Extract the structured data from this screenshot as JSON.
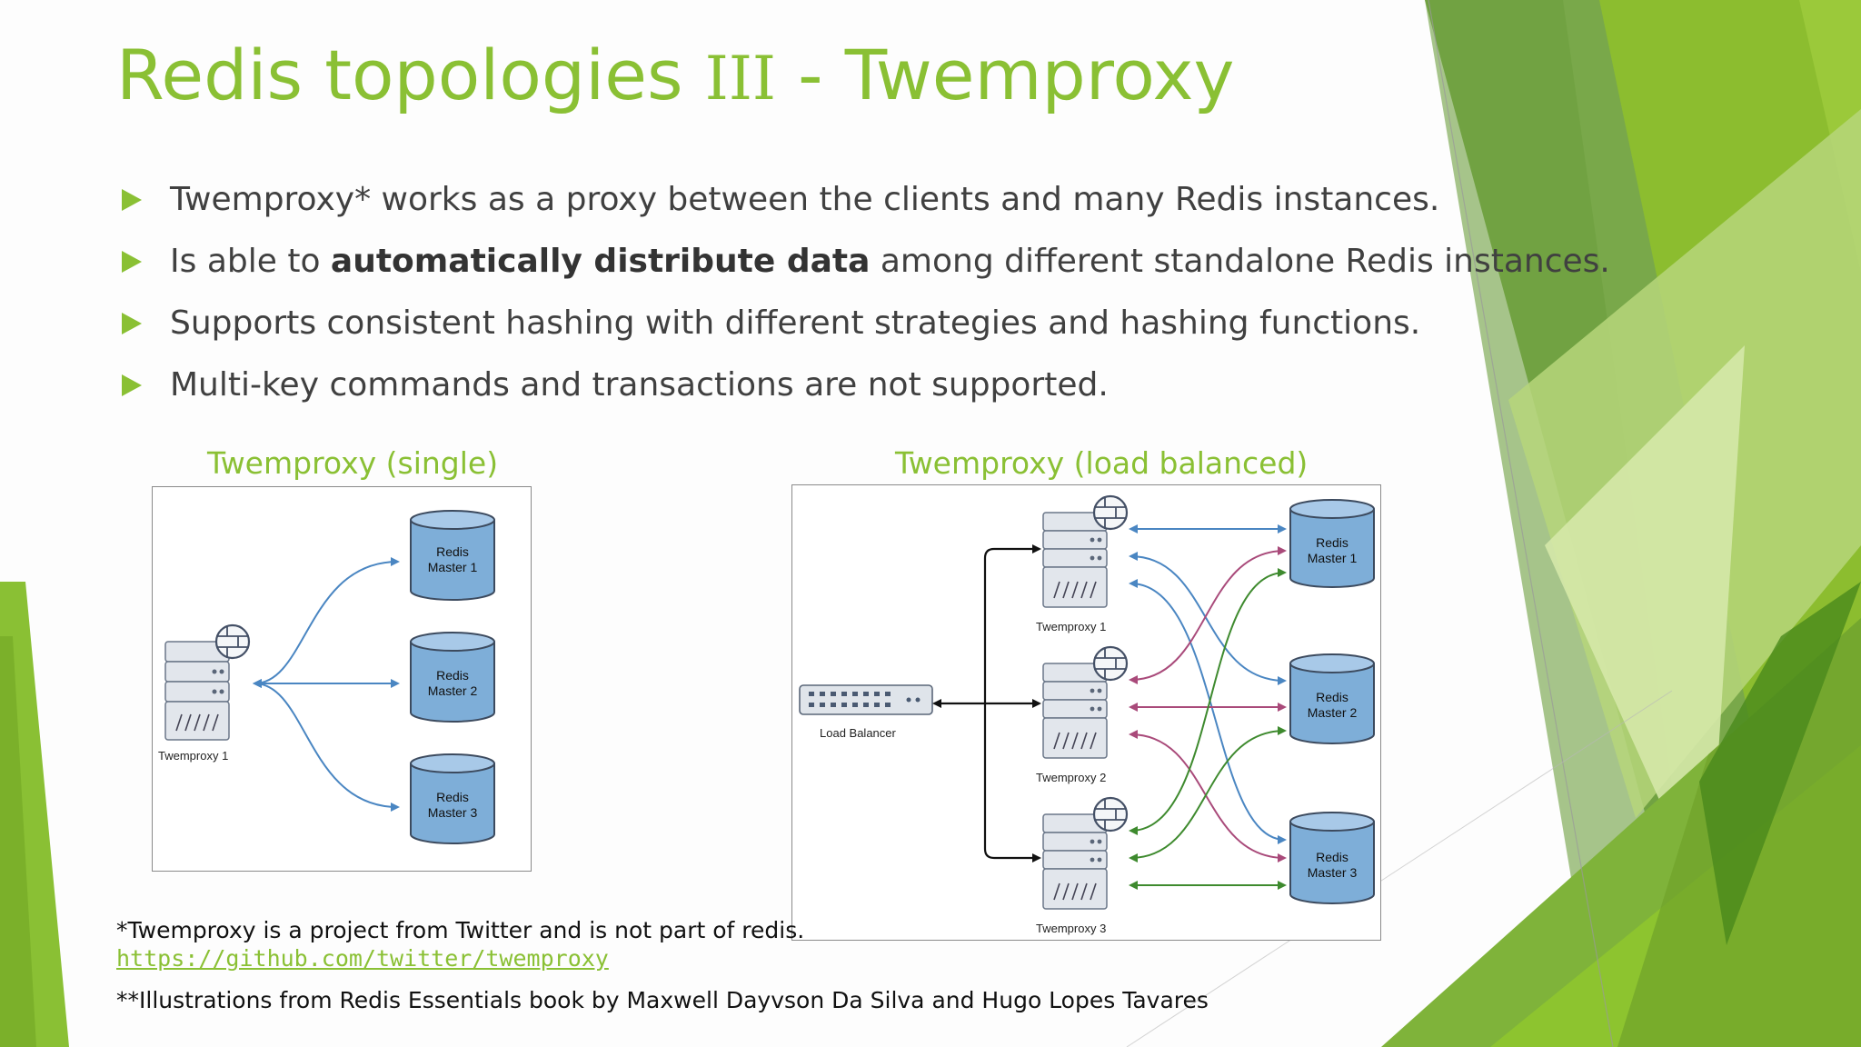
{
  "slide": {
    "title_main": "Redis topologies ",
    "title_roman": "III",
    "title_tail": " - Twemproxy",
    "bullets": [
      {
        "pre": "Twemproxy* works as a proxy between the clients and many Redis instances.",
        "bold": "",
        "post": ""
      },
      {
        "pre": "Is able to ",
        "bold": "automatically distribute data",
        "post": " among different standalone Redis instances."
      },
      {
        "pre": "Supports consistent hashing with different strategies and hashing functions.",
        "bold": "",
        "post": ""
      },
      {
        "pre": "Multi-key commands and transactions are not supported.",
        "bold": "",
        "post": ""
      }
    ],
    "figure_single": {
      "caption": "Twemproxy (single)",
      "proxy_label": "Twemproxy 1",
      "db_lines": [
        [
          "Redis",
          "Master 1"
        ],
        [
          "Redis",
          "Master 2"
        ],
        [
          "Redis",
          "Master 3"
        ]
      ]
    },
    "figure_lb": {
      "caption": "Twemproxy (load balanced)",
      "lb_label": "Load Balancer",
      "proxy_labels": [
        "Twemproxy 1",
        "Twemproxy 2",
        "Twemproxy 3"
      ],
      "db_lines": [
        [
          "Redis",
          "Master 1"
        ],
        [
          "Redis",
          "Master 2"
        ],
        [
          "Redis",
          "Master 3"
        ]
      ]
    },
    "footnote1": "*Twemproxy is a project from Twitter and is not part of redis.",
    "link": "https://github.com/twitter/twemproxy",
    "footnote2": "**Illustrations from Redis Essentials book by Maxwell Dayvson Da Silva and Hugo Lopes Tavares",
    "colors": {
      "accent": "#8ac034",
      "dark_green": "#4f8a1f",
      "db_fill": "#7eaed8",
      "blue_arrow": "#4a86c2",
      "pink_arrow": "#a94a7a",
      "green_arrow": "#3e8a2e"
    }
  }
}
